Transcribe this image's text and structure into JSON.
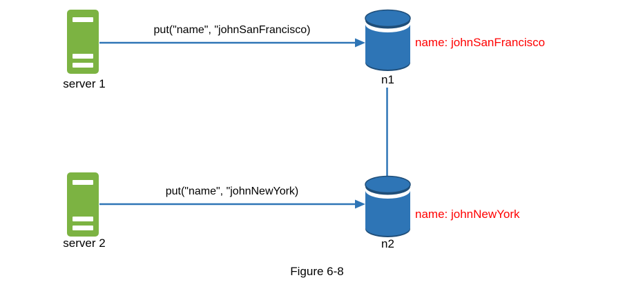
{
  "diagram": {
    "caption": "Figure 6-8",
    "nodes": {
      "servers": [
        {
          "label": "server 1",
          "icon": "server-icon"
        },
        {
          "label": "server 2",
          "icon": "server-icon"
        }
      ],
      "databases": [
        {
          "label": "n1",
          "icon": "database-cylinder-icon",
          "annotation": "name: johnSanFrancisco"
        },
        {
          "label": "n2",
          "icon": "database-cylinder-icon",
          "annotation": "name: johnNewYork"
        }
      ]
    },
    "edges": [
      {
        "from": "server 1",
        "to": "n1",
        "style": "arrow",
        "label": "put(\"name\", \"johnSanFrancisco)"
      },
      {
        "from": "server 2",
        "to": "n2",
        "style": "arrow",
        "label": "put(\"name\", \"johnNewYork)"
      },
      {
        "from": "n1",
        "to": "n2",
        "style": "plain-line",
        "label": ""
      }
    ],
    "colors": {
      "server_green": "#7CB342",
      "connector_blue": "#2E75B6",
      "database_blue": "#2E75B6",
      "database_rim_dark": "#1F4E79",
      "annotation_red": "#FF0000",
      "text_black": "#000000",
      "background": "#FFFFFF"
    }
  }
}
